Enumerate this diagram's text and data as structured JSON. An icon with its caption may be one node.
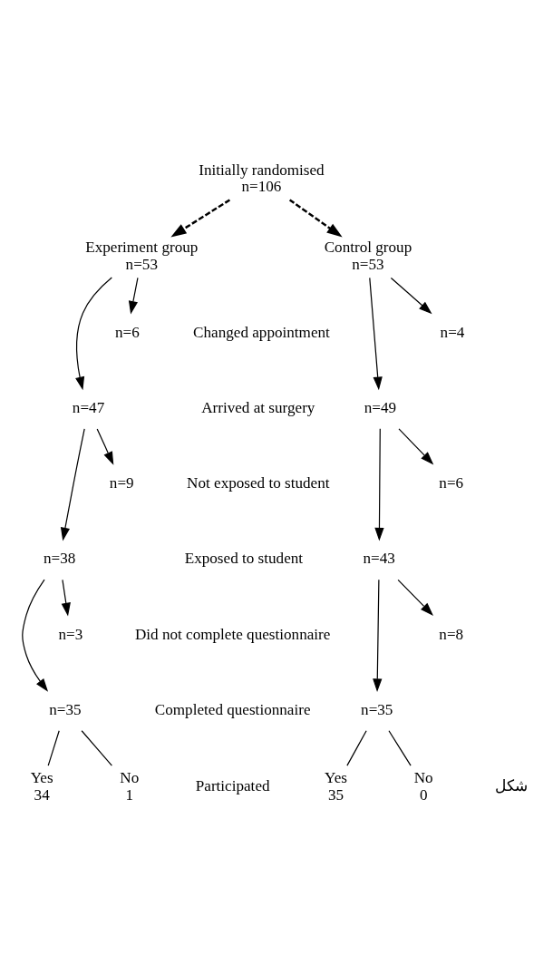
{
  "diagram": {
    "nodes": [
      {
        "text": [
          "Initially randomised",
          "n=106"
        ]
      },
      {
        "text": [
          "Experiment group",
          "n=53"
        ]
      },
      {
        "text": [
          "Control group",
          "n=53"
        ]
      },
      {
        "text": [
          "n=6"
        ]
      },
      {
        "text": [
          "n=4"
        ]
      },
      {
        "text": [
          "n=47"
        ]
      },
      {
        "text": [
          "n=49"
        ]
      },
      {
        "text": [
          "n=9"
        ]
      },
      {
        "text": [
          "n=6"
        ]
      },
      {
        "text": [
          "n=38"
        ]
      },
      {
        "text": [
          "n=43"
        ]
      },
      {
        "text": [
          "n=3"
        ]
      },
      {
        "text": [
          "n=8"
        ]
      },
      {
        "text": [
          "n=35"
        ]
      },
      {
        "text": [
          "n=35"
        ]
      },
      {
        "text": [
          "Yes",
          "34"
        ]
      },
      {
        "text": [
          "No",
          "1"
        ]
      },
      {
        "text": [
          "Yes",
          "35"
        ]
      },
      {
        "text": [
          "No",
          "0"
        ]
      }
    ],
    "edges": [
      {
        "from": 0,
        "to": 1,
        "arrow": "to",
        "style": "dashed"
      },
      {
        "from": 0,
        "to": 2,
        "arrow": "to",
        "style": "dashed"
      },
      {
        "from": 1,
        "to": 5,
        "arrow": "to"
      },
      {
        "from": 1,
        "to": 3,
        "arrow": "to"
      },
      {
        "from": 2,
        "to": 4,
        "arrow": "to"
      },
      {
        "from": 2,
        "to": 6,
        "arrow": "to"
      },
      {
        "from": 5,
        "to": 9,
        "arrow": "to"
      },
      {
        "from": 5,
        "to": 7,
        "arrow": "to"
      },
      {
        "from": 6,
        "to": 8,
        "arrow": "to"
      },
      {
        "from": 6,
        "to": 10,
        "arrow": "to"
      },
      {
        "from": 9,
        "to": 13,
        "arrow": "to"
      },
      {
        "from": 9,
        "to": 11,
        "arrow": "to"
      },
      {
        "from": 10,
        "to": 12,
        "arrow": "to"
      },
      {
        "from": 10,
        "to": 14,
        "arrow": "to"
      },
      {
        "from": 13,
        "to": 15,
        "arrow": "none"
      },
      {
        "from": 13,
        "to": 16,
        "arrow": "none"
      },
      {
        "from": 14,
        "to": 17,
        "arrow": "none"
      },
      {
        "from": 14,
        "to": 18,
        "arrow": "none"
      }
    ],
    "labels": [
      "Changed appointment",
      "Arrived at surgery",
      "Not exposed to student",
      "Exposed to student",
      "Did not complete questionnaire",
      "Completed questionnaire",
      "Participated",
      "شکل"
    ]
  }
}
